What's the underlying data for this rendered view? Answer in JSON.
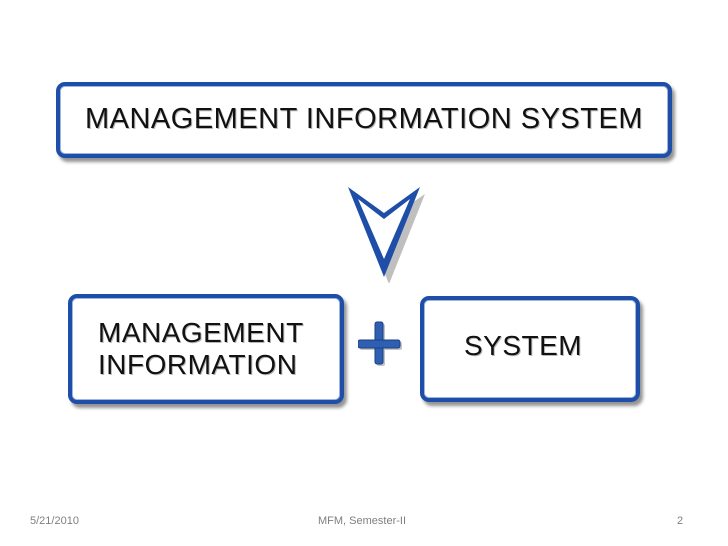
{
  "diagram": {
    "top_box": {
      "label": "MANAGEMENT INFORMATION SYSTEM"
    },
    "left_box": {
      "line1": "MANAGEMENT",
      "line2": "INFORMATION"
    },
    "right_box": {
      "label": "SYSTEM"
    }
  },
  "footer": {
    "date": "5/21/2010",
    "center": "MFM, Semester-II",
    "page_number": "2"
  },
  "colors": {
    "box_border": "#1f4ea8",
    "box_inner": "#9cb6e4",
    "plus_fill": "#2e5fb0"
  },
  "icons": {
    "arrow": "down-triangle-arrow-icon",
    "plus": "plus-icon"
  }
}
